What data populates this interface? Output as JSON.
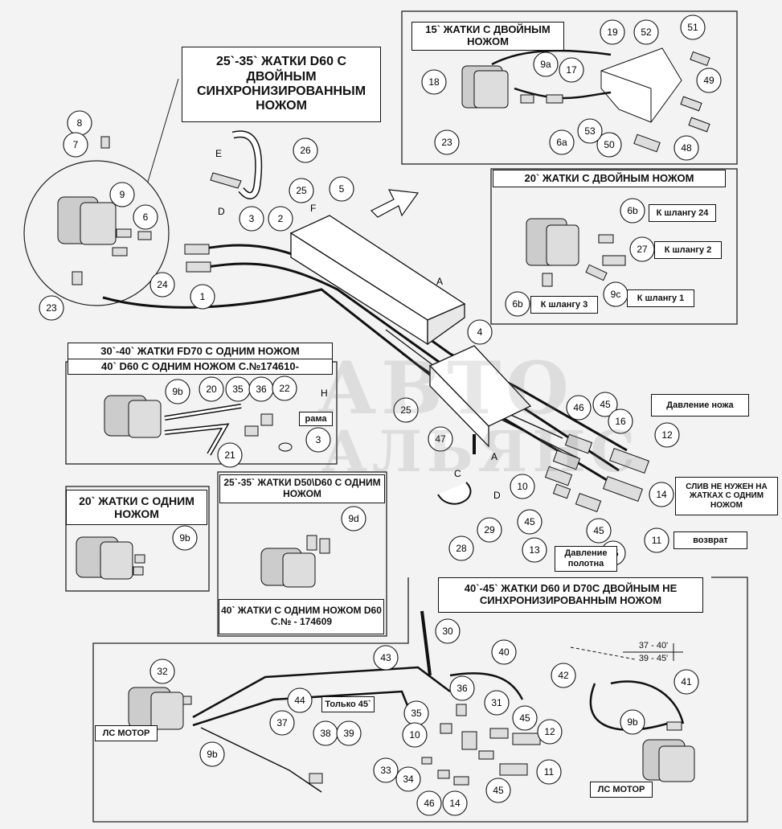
{
  "titles": {
    "double_sync": "25`-35` ЖАТКИ D60 С ДВОЙНЫМ СИНХРОНИЗИРОВАННЫМ НОЖОМ",
    "double_15": "15` ЖАТКИ С ДВОЙНЫМ НОЖОМ",
    "double_20": "20` ЖАТКИ С ДВОЙНЫМ НОЖОМ",
    "fd70_line1": "30`-40` ЖАТКИ FD70 С ОДНИМ НОЖОМ",
    "fd70_line2": "40` D60 С ОДНИМ НОЖОМ С.№174610-",
    "single_20": "20` ЖАТКИ С ОДНИМ НОЖОМ",
    "d50_single": "25`-35` ЖАТКИ D50\\D60 С ОДНИМ НОЖОМ",
    "d60_single": "40` ЖАТКИ С ОДНИМ НОЖОМ D60 С.№ - 174609",
    "nonsync": "40`-45` ЖАТКИ D60 И D70C ДВОЙНЫМ НЕ СИНХРОНИЗИРОВАННЫМ НОЖОМ"
  },
  "tags": {
    "hose24": "К шлангу 24",
    "hose2": "К шлангу 2",
    "hose1": "К шлангу 1",
    "hose3": "К шлангу 3",
    "knife_pressure": "Давление ножа",
    "drain": "СЛИВ НЕ НУЖЕН НА ЖАТКАХ С ОДНИМ НОЖОМ",
    "return": "возврат",
    "belt_pressure": "Давление полотна",
    "frame": "рама",
    "only45": "Только 45`",
    "motor_left": "ЛС МОТОР",
    "motor_right": "ЛС МОТОР",
    "range": "37 - 40'",
    "range2": "39 - 45'"
  },
  "letters": {
    "E": "E",
    "D": "D",
    "F": "F",
    "A": "A",
    "A2": "A",
    "H": "H",
    "C": "C",
    "D2": "D"
  },
  "watermark": {
    "line1": "АВТО",
    "line2": "АЛЬЯНС"
  },
  "callouts": [
    {
      "label": "8"
    },
    {
      "label": "7"
    },
    {
      "label": "9"
    },
    {
      "label": "6"
    },
    {
      "label": "23"
    },
    {
      "label": "24"
    },
    {
      "label": "1"
    },
    {
      "label": "3"
    },
    {
      "label": "2"
    },
    {
      "label": "26"
    },
    {
      "label": "25"
    },
    {
      "label": "5"
    },
    {
      "label": "19"
    },
    {
      "label": "52"
    },
    {
      "label": "51"
    },
    {
      "label": "49"
    },
    {
      "label": "48"
    },
    {
      "label": "50"
    },
    {
      "label": "53"
    },
    {
      "label": "6a"
    },
    {
      "label": "9a"
    },
    {
      "label": "17"
    },
    {
      "label": "18"
    },
    {
      "label": "23"
    },
    {
      "label": "6b"
    },
    {
      "label": "27"
    },
    {
      "label": "9c"
    },
    {
      "label": "6b"
    },
    {
      "label": "4"
    },
    {
      "label": "25"
    },
    {
      "label": "9b"
    },
    {
      "label": "20"
    },
    {
      "label": "35"
    },
    {
      "label": "36"
    },
    {
      "label": "22"
    },
    {
      "label": "21"
    },
    {
      "label": "3"
    },
    {
      "label": "9b"
    },
    {
      "label": "9d"
    },
    {
      "label": "47"
    },
    {
      "label": "28"
    },
    {
      "label": "29"
    },
    {
      "label": "10"
    },
    {
      "label": "45"
    },
    {
      "label": "13"
    },
    {
      "label": "45"
    },
    {
      "label": "46"
    },
    {
      "label": "45"
    },
    {
      "label": "16"
    },
    {
      "label": "12"
    },
    {
      "label": "14"
    },
    {
      "label": "11"
    },
    {
      "label": "15"
    },
    {
      "label": "30"
    },
    {
      "label": "40"
    },
    {
      "label": "43"
    },
    {
      "label": "44"
    },
    {
      "label": "32"
    },
    {
      "label": "9b"
    },
    {
      "label": "37"
    },
    {
      "label": "38"
    },
    {
      "label": "39"
    },
    {
      "label": "36"
    },
    {
      "label": "35"
    },
    {
      "label": "31"
    },
    {
      "label": "10"
    },
    {
      "label": "45"
    },
    {
      "label": "12"
    },
    {
      "label": "33"
    },
    {
      "label": "34"
    },
    {
      "label": "46"
    },
    {
      "label": "14"
    },
    {
      "label": "45"
    },
    {
      "label": "11"
    },
    {
      "label": "42"
    },
    {
      "label": "41"
    },
    {
      "label": "9b"
    }
  ]
}
